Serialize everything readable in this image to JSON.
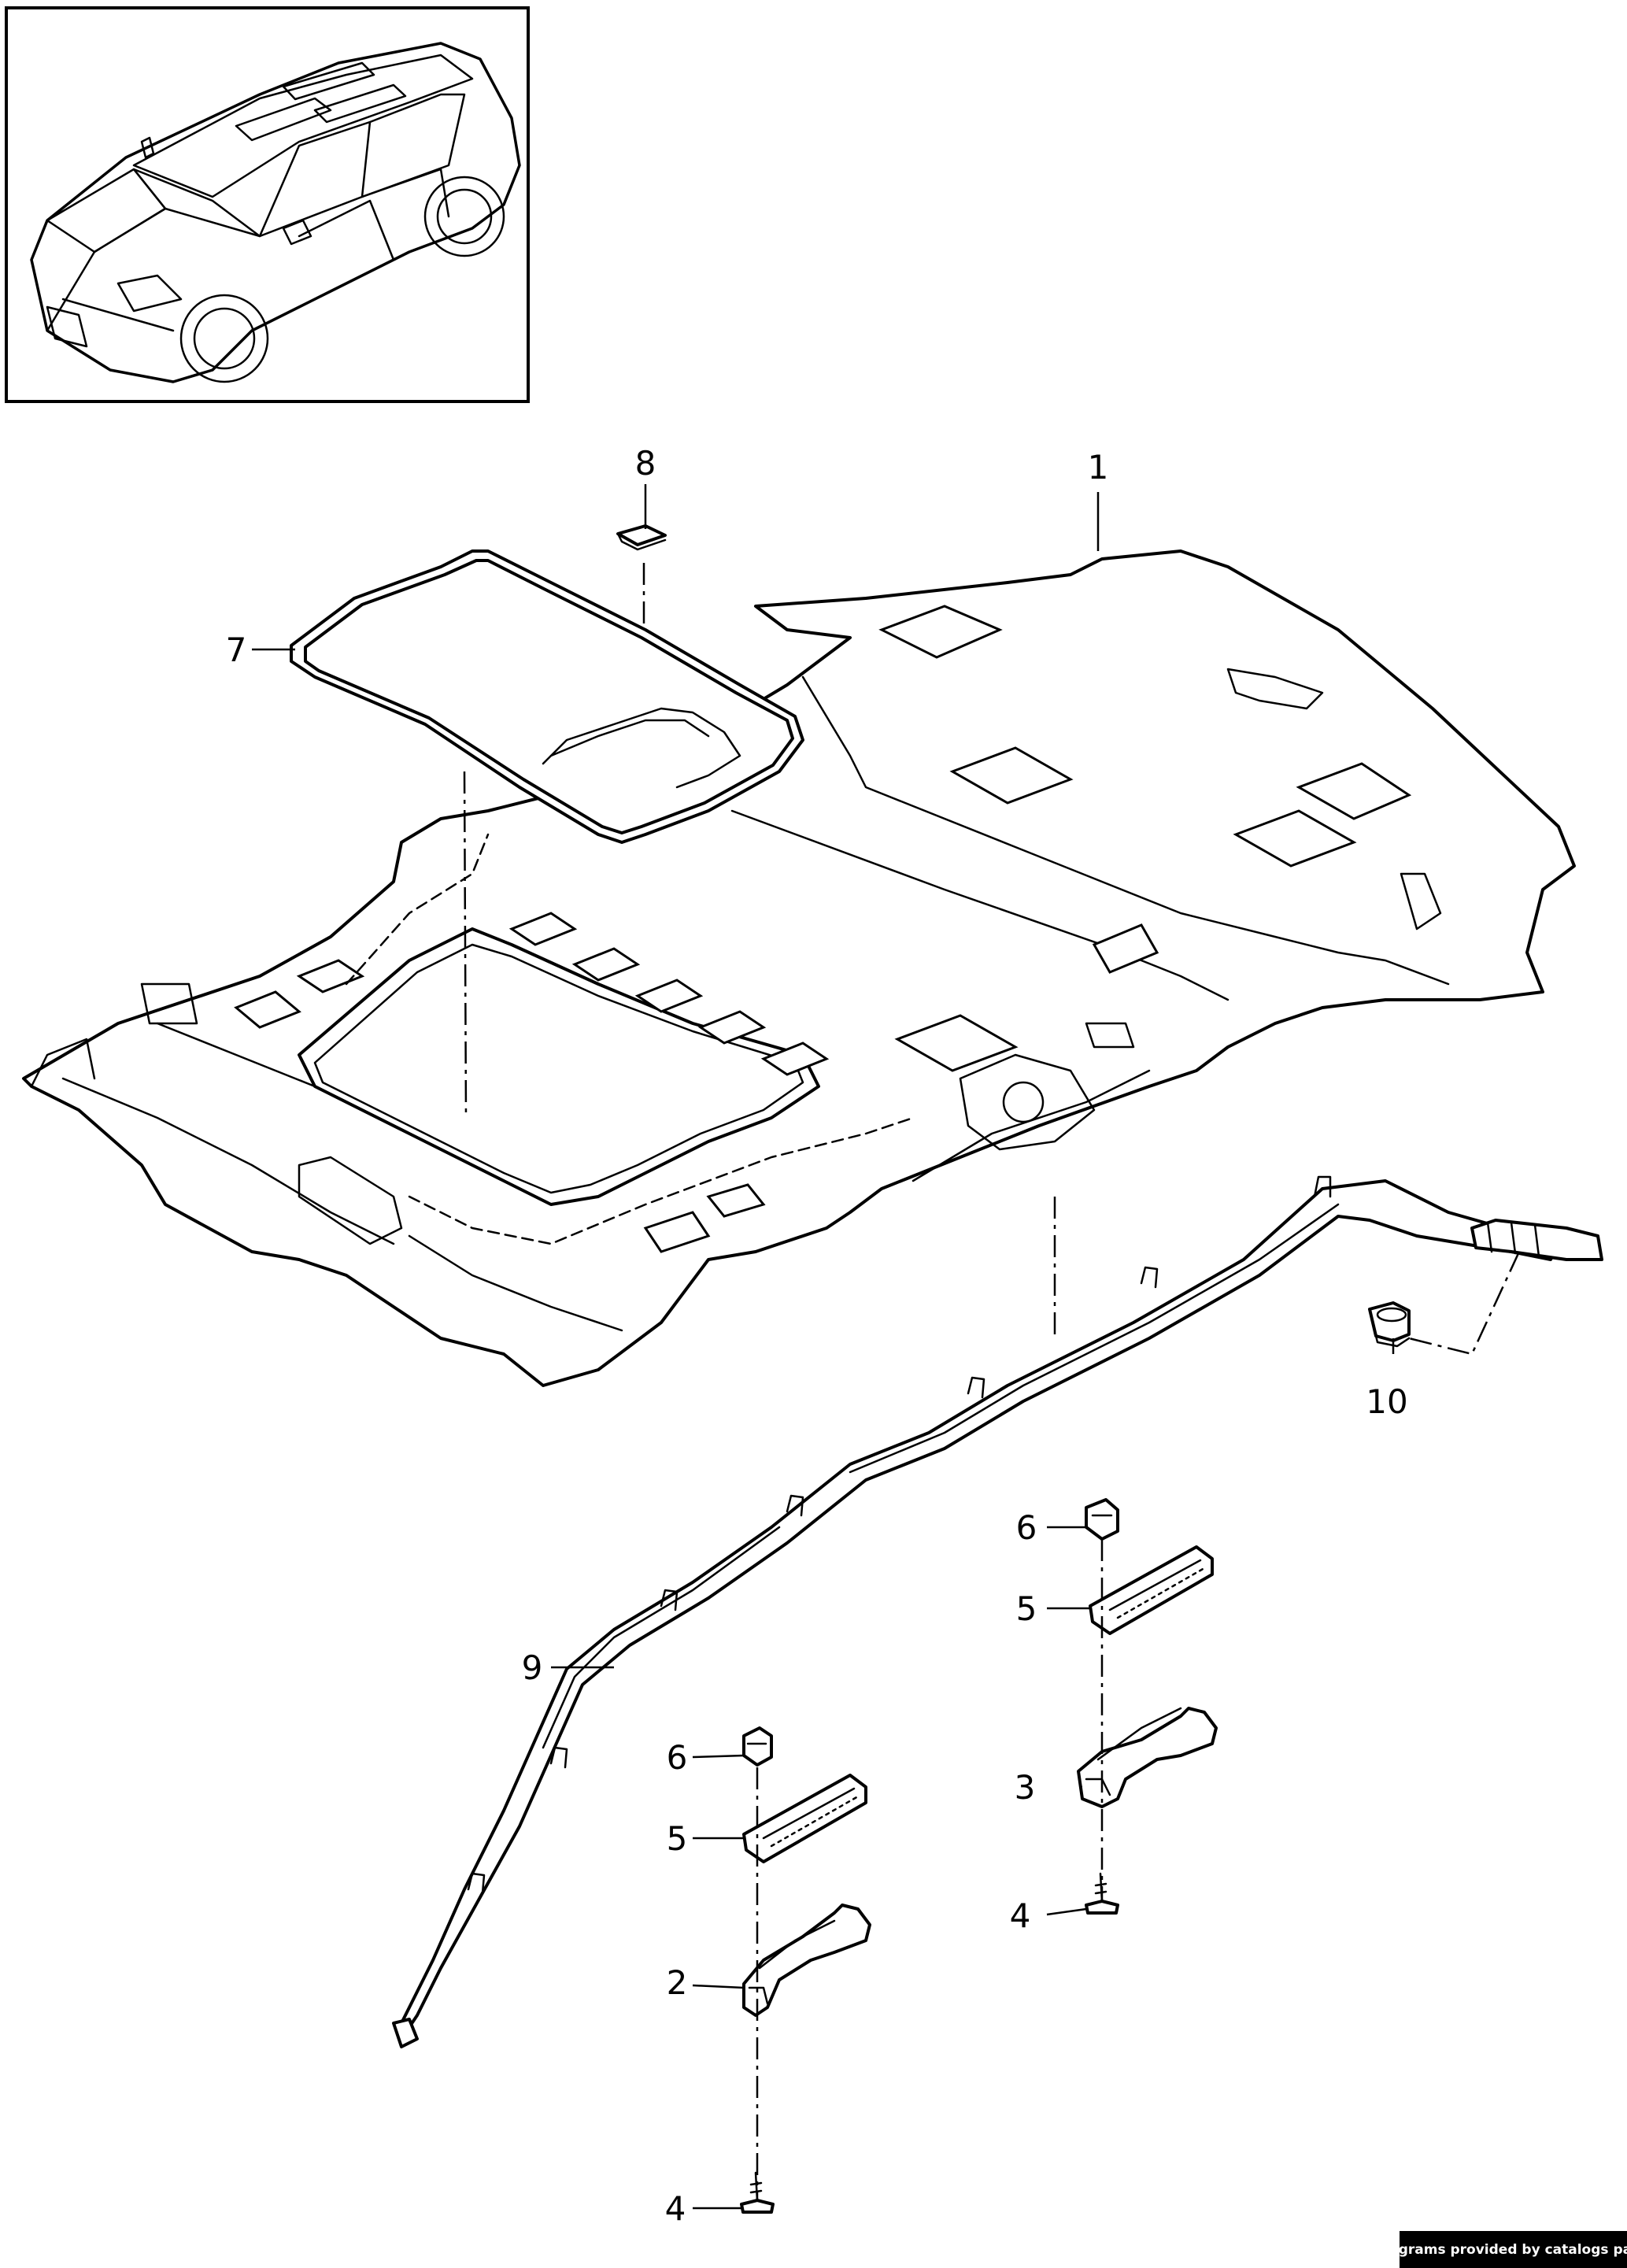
{
  "diagram": {
    "callouts": [
      {
        "id": "c1",
        "label": "1"
      },
      {
        "id": "c2",
        "label": "2"
      },
      {
        "id": "c3",
        "label": "3"
      },
      {
        "id": "c4a",
        "label": "4"
      },
      {
        "id": "c4b",
        "label": "4"
      },
      {
        "id": "c5a",
        "label": "5"
      },
      {
        "id": "c5b",
        "label": "5"
      },
      {
        "id": "c6a",
        "label": "6"
      },
      {
        "id": "c6b",
        "label": "6"
      },
      {
        "id": "c7",
        "label": "7"
      },
      {
        "id": "c8",
        "label": "8"
      },
      {
        "id": "c9",
        "label": "9"
      },
      {
        "id": "c10",
        "label": "10"
      }
    ]
  },
  "credit": "Diagrams provided by catalogs parts"
}
